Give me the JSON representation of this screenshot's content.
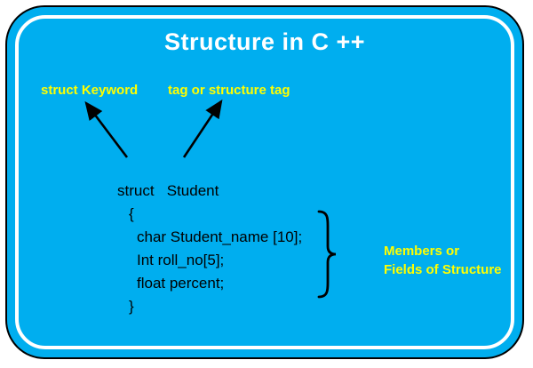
{
  "title": "Structure in C ++",
  "labels": {
    "struct_keyword": "struct Keyword",
    "structure_tag": "tag or structure tag",
    "members_line1": "Members or",
    "members_line2": "Fields of Structure"
  },
  "code": {
    "declaration": "struct   Student",
    "open_brace": "{",
    "field_1": "char Student_name [10];",
    "field_2": "Int roll_no[5];",
    "field_3": "float percent;",
    "close_brace": "}"
  },
  "icons": {
    "arrow_left": "up-left-arrow",
    "arrow_right": "up-right-arrow",
    "members_brace": "right-curly-brace"
  },
  "colors": {
    "panel_fill": "#00AEEF",
    "panel_outline": "#000000",
    "inner_border": "#FFFFFF",
    "title_text": "#FFFFFF",
    "label_text": "#FFFF00",
    "code_text": "#000000",
    "arrow": "#000000"
  }
}
